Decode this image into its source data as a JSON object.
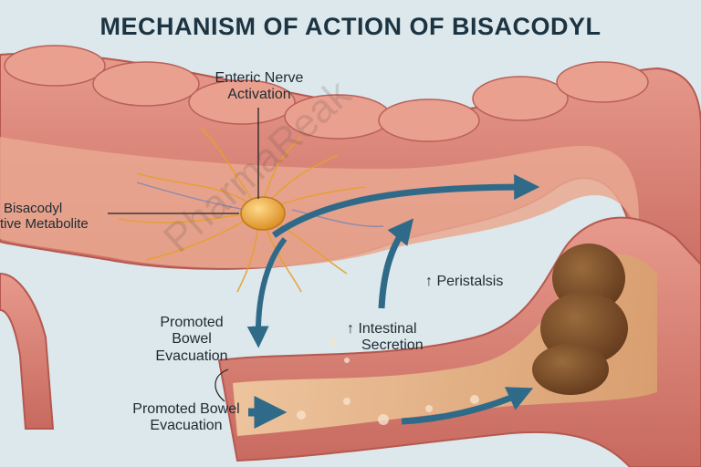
{
  "title": "MECHANISM OF ACTION OF BISACODYL",
  "watermark": "PharmaReak",
  "labels": {
    "enteric_nerve": [
      "Enteric Nerve",
      "Activation"
    ],
    "bisacodyl": [
      "Bisacodyl",
      "tive Metabolite"
    ],
    "peristalsis": "Peristalsis",
    "intestinal_secretion": [
      "Intestinal",
      "Secretion"
    ],
    "promoted_bowel_upper": [
      "Promoted",
      "Bowel",
      "Evacuation"
    ],
    "promoted_bowel_lower": [
      "Promoted Bowel",
      "Evacuation"
    ]
  },
  "up_arrow_glyph": "↑",
  "colors": {
    "title": "#1c3342",
    "background": "#dce8ec",
    "colon_outer": "#d9847a",
    "colon_inner": "#e9a38f",
    "lumen": "#e6b48a",
    "nerve_cell": "#e8a93a",
    "arrow": "#2f6a88",
    "stool": "#7a4a26"
  }
}
